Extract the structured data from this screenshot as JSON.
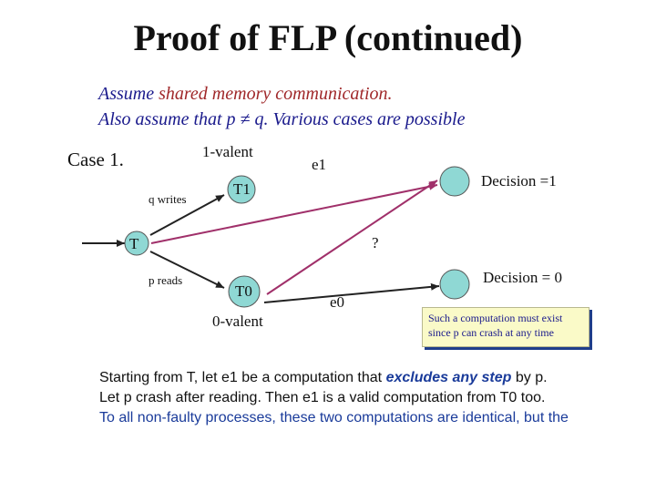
{
  "title": "Proof of FLP (continued)",
  "assumptions": {
    "line1_prefix": "Assume",
    "line1_highlight": "shared memory communication.",
    "line2": "Also assume that p ≠ q. Various cases are possible"
  },
  "diagram": {
    "case_label": "Case 1.",
    "one_valent": "1-valent",
    "zero_valent": "0-valent",
    "q_writes": "q writes",
    "p_reads": "p reads",
    "node_T": "T",
    "node_T1": "T1",
    "node_T0": "T0",
    "edge_e1": "e1",
    "edge_e0": "e0",
    "question": "?",
    "decision_1": "Decision =1",
    "decision_0": "Decision = 0",
    "node_color": "#8fd8d4",
    "arrow_color_dark": "#222222",
    "arrow_color_purple": "#a0306a"
  },
  "note": {
    "line1": "Such a computation must exist",
    "line2": "since p can crash at any time"
  },
  "body": {
    "p1_prefix": "Starting from T, let e1 be a computation that",
    "p1_emphasis": "excludes any step",
    "p1_suffix": "by p.",
    "p2": "Let p crash after reading. Then e1 is a valid computation from T0 too.",
    "p3": "To all non-faulty processes, these two computations are identical, but the"
  }
}
